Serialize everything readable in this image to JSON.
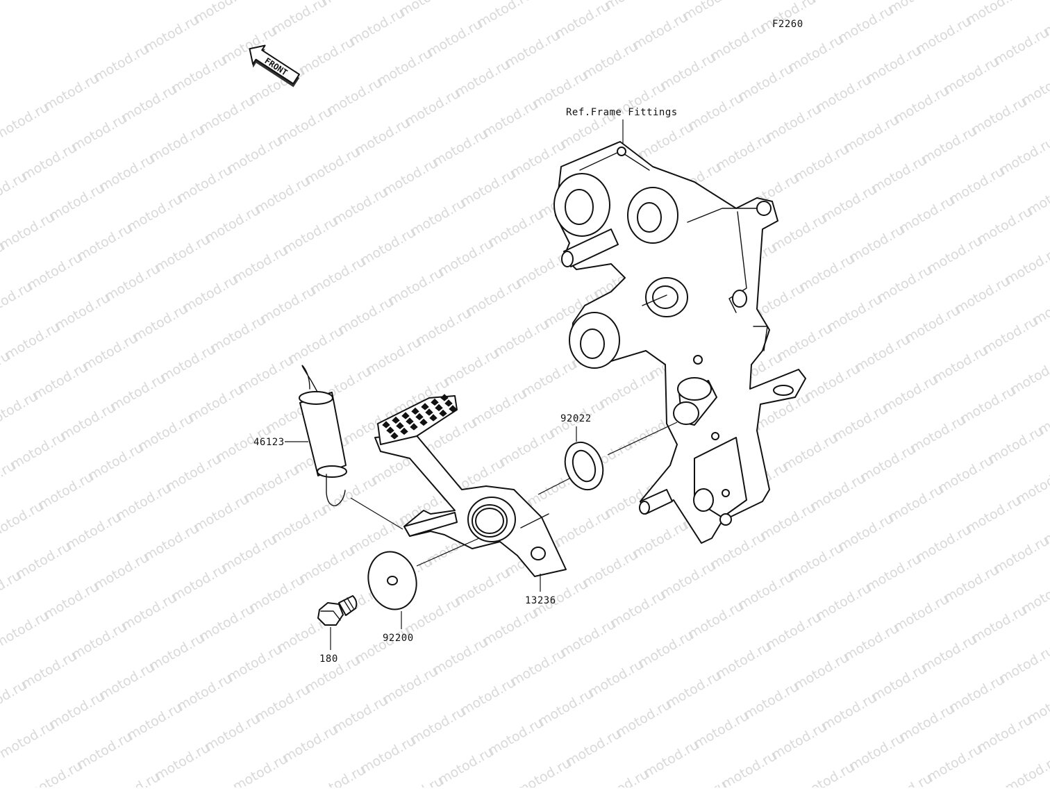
{
  "diagram": {
    "code": "F2260",
    "front_arrow": "FRONT",
    "watermark": "motod.ru",
    "reference_label": "Ref.Frame Fittings",
    "parts": [
      {
        "id": "spring",
        "number": "46123"
      },
      {
        "id": "washer-small",
        "number": "92022"
      },
      {
        "id": "brake-pedal",
        "number": "13236"
      },
      {
        "id": "washer-large",
        "number": "92200"
      },
      {
        "id": "bolt",
        "number": "180"
      }
    ]
  }
}
